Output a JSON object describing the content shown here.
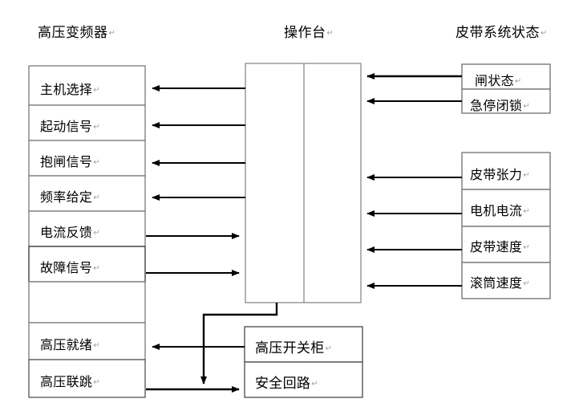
{
  "diagram": {
    "title_row": [
      {
        "text": "高压变频器",
        "mark": "↵"
      },
      {
        "text": "操作台",
        "mark": "↵"
      },
      {
        "text": "皮带系统状态",
        "mark": "↵"
      }
    ],
    "vfd_panel": {
      "name": "高压变频器",
      "rows": [
        {
          "label": "主机选择",
          "mark": "↵"
        },
        {
          "label": "起动信号",
          "mark": "↵"
        },
        {
          "label": "抱闸信号",
          "mark": "↵"
        },
        {
          "label": "频率给定",
          "mark": "↵"
        },
        {
          "label": "电流反馈",
          "mark": "↵"
        },
        {
          "label": "故障信号",
          "mark": "↵"
        },
        {
          "label": "",
          "mark": ""
        },
        {
          "label": "高压就绪",
          "mark": "↵"
        },
        {
          "label": "高压联跳",
          "mark": "↵"
        }
      ]
    },
    "console": {
      "name": "操作台",
      "rows": []
    },
    "belt_status_upper": {
      "rows": [
        {
          "label": "闸状态",
          "mark": "↵"
        },
        {
          "label": "急停闭锁",
          "mark": "↵"
        }
      ]
    },
    "belt_status_lower": {
      "rows": [
        {
          "label": "皮带张力",
          "mark": "↵"
        },
        {
          "label": "电机电流",
          "mark": "↵"
        },
        {
          "label": "皮带速度",
          "mark": "↵"
        },
        {
          "label": "滚筒速度",
          "mark": "↵"
        }
      ]
    },
    "bottom_panel": {
      "rows": [
        {
          "label": "高压开关柜",
          "mark": "↵"
        },
        {
          "label": "安全回路",
          "mark": "↵"
        }
      ]
    },
    "colors": {
      "line": "#000000",
      "box_border": "#808080",
      "background": "#ffffff",
      "text": "#000000",
      "mark": "#9aa0a6"
    }
  }
}
